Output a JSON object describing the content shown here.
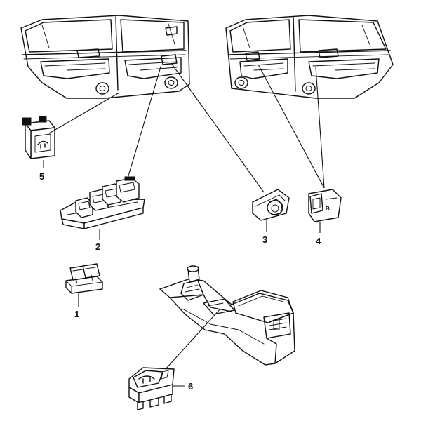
{
  "callouts": {
    "c1": "1",
    "c2": "2",
    "c3": "3",
    "c4": "4",
    "c5": "5",
    "c6": "6"
  },
  "part_glyphs": {
    "part4_mark": "B"
  },
  "colors": {
    "line": "#111111",
    "background": "#ffffff"
  }
}
